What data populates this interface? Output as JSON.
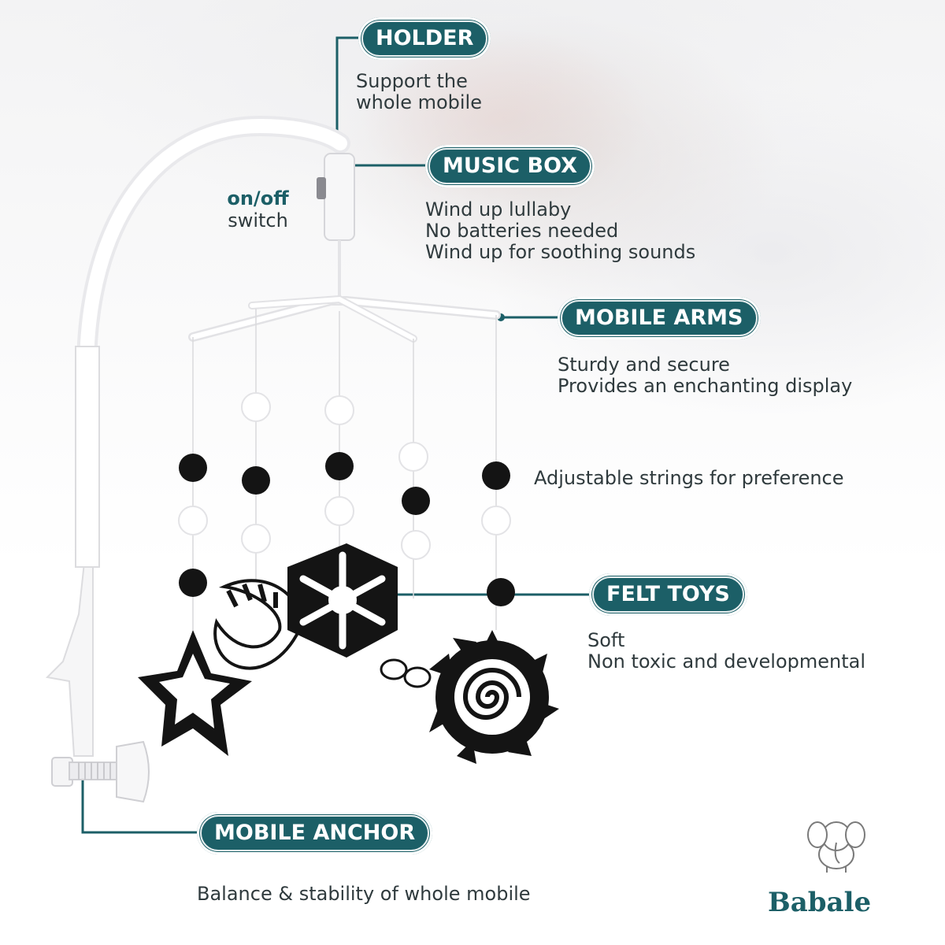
{
  "labels": {
    "holder": {
      "title": "HOLDER",
      "lines": [
        "Support the",
        "whole mobile"
      ]
    },
    "music_box": {
      "title": "MUSIC BOX",
      "lines": [
        "Wind up lullaby",
        "No batteries needed",
        "Wind up for soothing sounds"
      ]
    },
    "switch": {
      "line1": "on/off",
      "line2": "switch"
    },
    "mobile_arms": {
      "title": "MOBILE ARMS",
      "lines": [
        "Sturdy and secure",
        "Provides an enchanting display"
      ]
    },
    "strings": {
      "text": "Adjustable strings for preference"
    },
    "felt_toys": {
      "title": "FELT TOYS",
      "lines": [
        "Soft",
        "Non toxic and developmental"
      ]
    },
    "mobile_anchor": {
      "title": "MOBILE ANCHOR",
      "lines": [
        "Balance & stability of whole mobile"
      ]
    }
  },
  "brand": {
    "name": "Babale",
    "logo_icon": "elephant-icon"
  },
  "colors": {
    "accent": "#1c5f67",
    "text": "#2f3a3d",
    "felt_dark": "#111111",
    "felt_light": "#ffffff"
  }
}
